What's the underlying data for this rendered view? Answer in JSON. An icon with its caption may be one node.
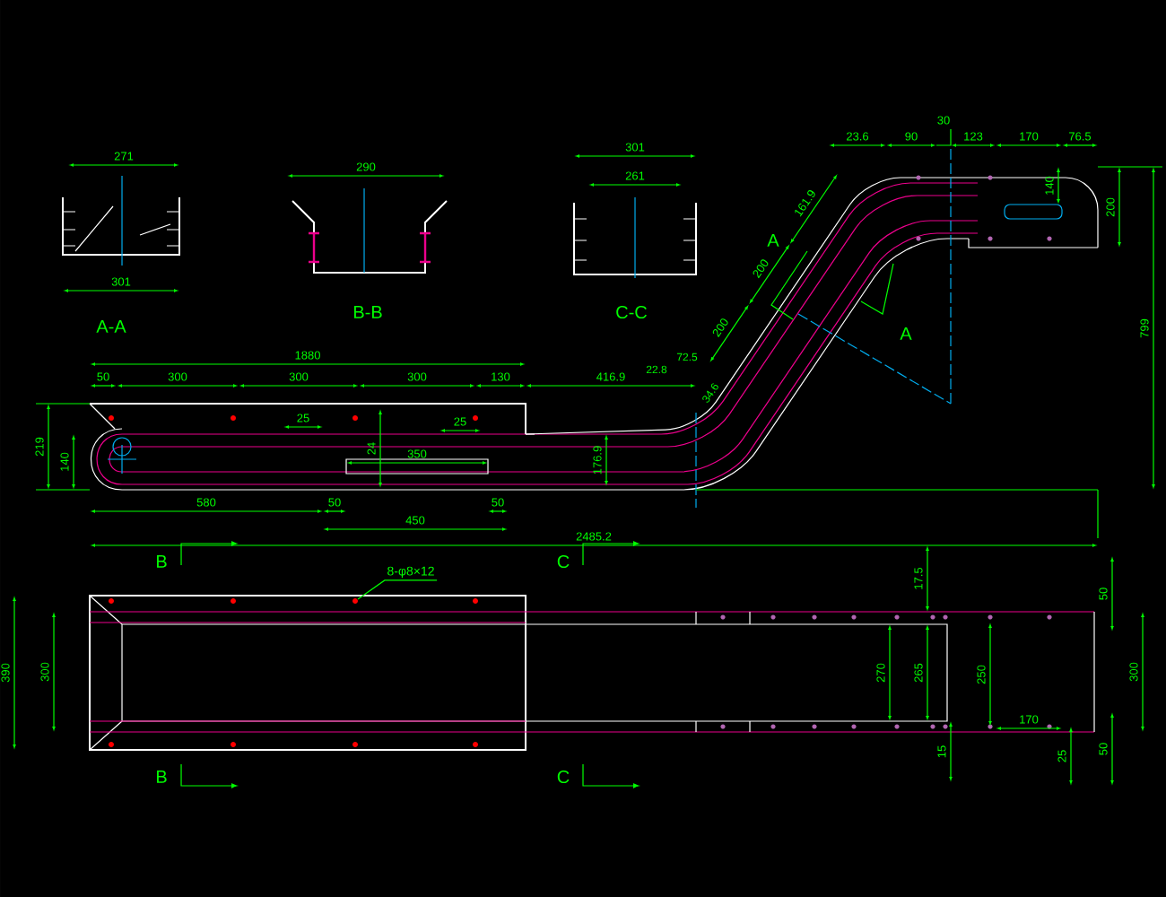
{
  "diagram": {
    "nodes": [
      {
        "text": [
          "8-φ8×12"
        ]
      },
      {
        "text": [],
        "shape": "circle"
      }
    ],
    "edges": [
      {
        "from": 0,
        "to": 1,
        "arrow": "none"
      }
    ],
    "labels": [
      "271",
      "290",
      "301",
      "261",
      "301",
      "A-A",
      "B-B",
      "C-C",
      "23.6",
      "90",
      "30",
      "123",
      "170",
      "76.5",
      "161.9",
      "200",
      "200",
      "22.8",
      "72.5",
      "34.6",
      "140",
      "200",
      "799",
      "A",
      "A",
      "1880",
      "50",
      "300",
      "300",
      "300",
      "130",
      "416.9",
      "25",
      "24",
      "25",
      "350",
      "219",
      "140",
      "176.9",
      "580",
      "50",
      "50",
      "450",
      "2485.2",
      "B",
      "C",
      "17.5",
      "50",
      "390",
      "300",
      "270",
      "265",
      "250",
      "300",
      "170",
      "15",
      "25",
      "50",
      "B",
      "C"
    ]
  }
}
